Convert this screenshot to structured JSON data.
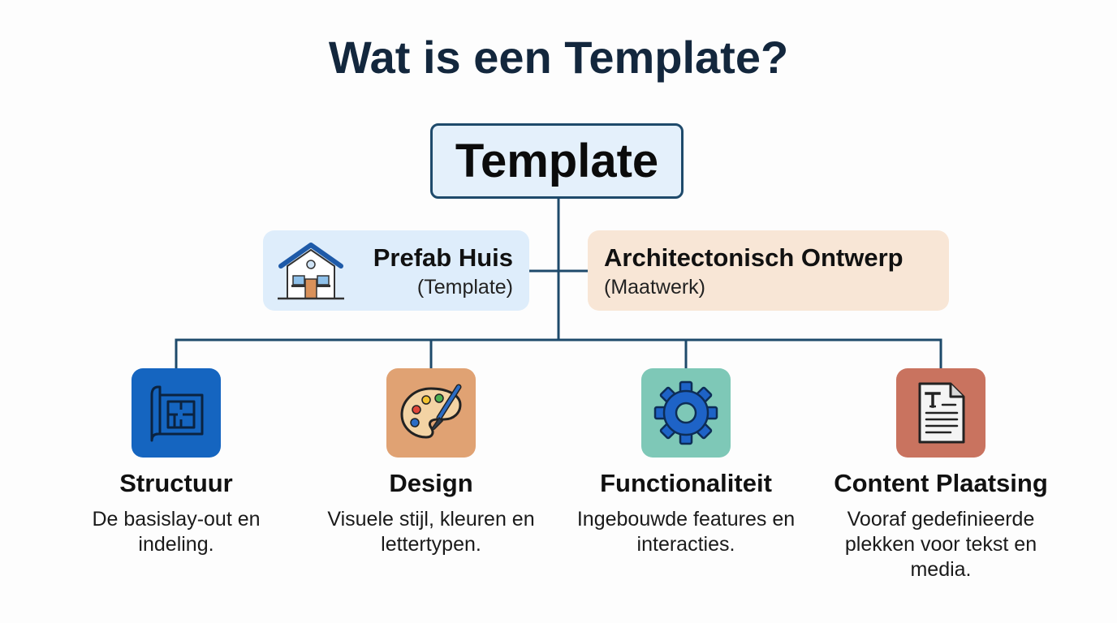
{
  "title": "Wat is een Template?",
  "root": {
    "label": "Template"
  },
  "comparison": {
    "prefab": {
      "title": "Prefab Huis",
      "subtitle": "(Template)",
      "icon": "house-icon"
    },
    "custom": {
      "title": "Architectonisch Ontwerp",
      "subtitle": "(Maatwerk)"
    }
  },
  "features": [
    {
      "title": "Structuur",
      "description": "De basislay-out en indeling.",
      "icon": "blueprint-icon",
      "color": "#1565c0"
    },
    {
      "title": "Design",
      "description": "Visuele stijl, kleuren en lettertypen.",
      "icon": "palette-icon",
      "color": "#e0a273"
    },
    {
      "title": "Functionaliteit",
      "description": "Ingebouwde features en interacties.",
      "icon": "gear-icon",
      "color": "#7ec8b7"
    },
    {
      "title": "Content Plaatsing",
      "description": "Vooraf gedefinieerde plekken voor tekst en media.",
      "icon": "document-icon",
      "color": "#c9735f"
    }
  ],
  "colors": {
    "title": "#13273d",
    "connector": "#1e4a6b",
    "root_fill": "#e4f0fb",
    "prefab_fill": "#deedfb",
    "custom_fill": "#f8e6d6"
  }
}
